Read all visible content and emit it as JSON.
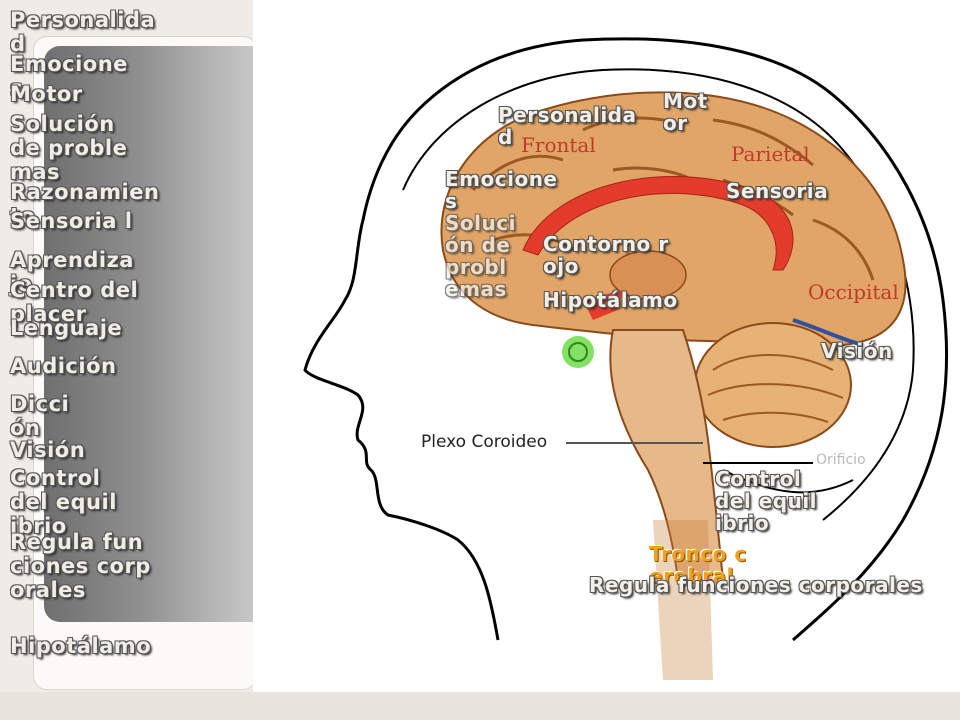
{
  "sidebar": {
    "labels": [
      "Personalidad",
      "Emociones",
      "Motor",
      "Solución de problemas",
      "Razonamiento",
      "Sensoria l",
      "Aprendizaje",
      "Centro del placer",
      "Lenguaje",
      "Audición",
      "Dicción",
      "Visión",
      "Control del equilibrio",
      "Regula funciones corporales",
      "Hipotálamo"
    ]
  },
  "diagram": {
    "printed_labels": {
      "frontal": "Frontal",
      "parietal": "Parietal",
      "occipital": "Occipital",
      "plexo": "Plexo Coroideo",
      "orificio": "Orificio"
    },
    "overlays": {
      "personalidad": "Personalidad",
      "motor": "Motor",
      "emociones": "Emociones",
      "solucion": "Solución de problemas",
      "sensoria": "Sensoria",
      "contorno": "Contorno rojo",
      "hipotalamo": "Hipotálamo",
      "vision": "Visión",
      "control": "Control del equilibrio",
      "tronco": "Tronco cerebral",
      "regula": "Regula funciones corporales"
    },
    "colors": {
      "brain_fill": "#e0a567",
      "brain_dark": "#c9803f",
      "red_contour": "#e33b2c",
      "green_hypothalamus": "#6fdc4a",
      "printed_red": "#c0392b"
    }
  }
}
